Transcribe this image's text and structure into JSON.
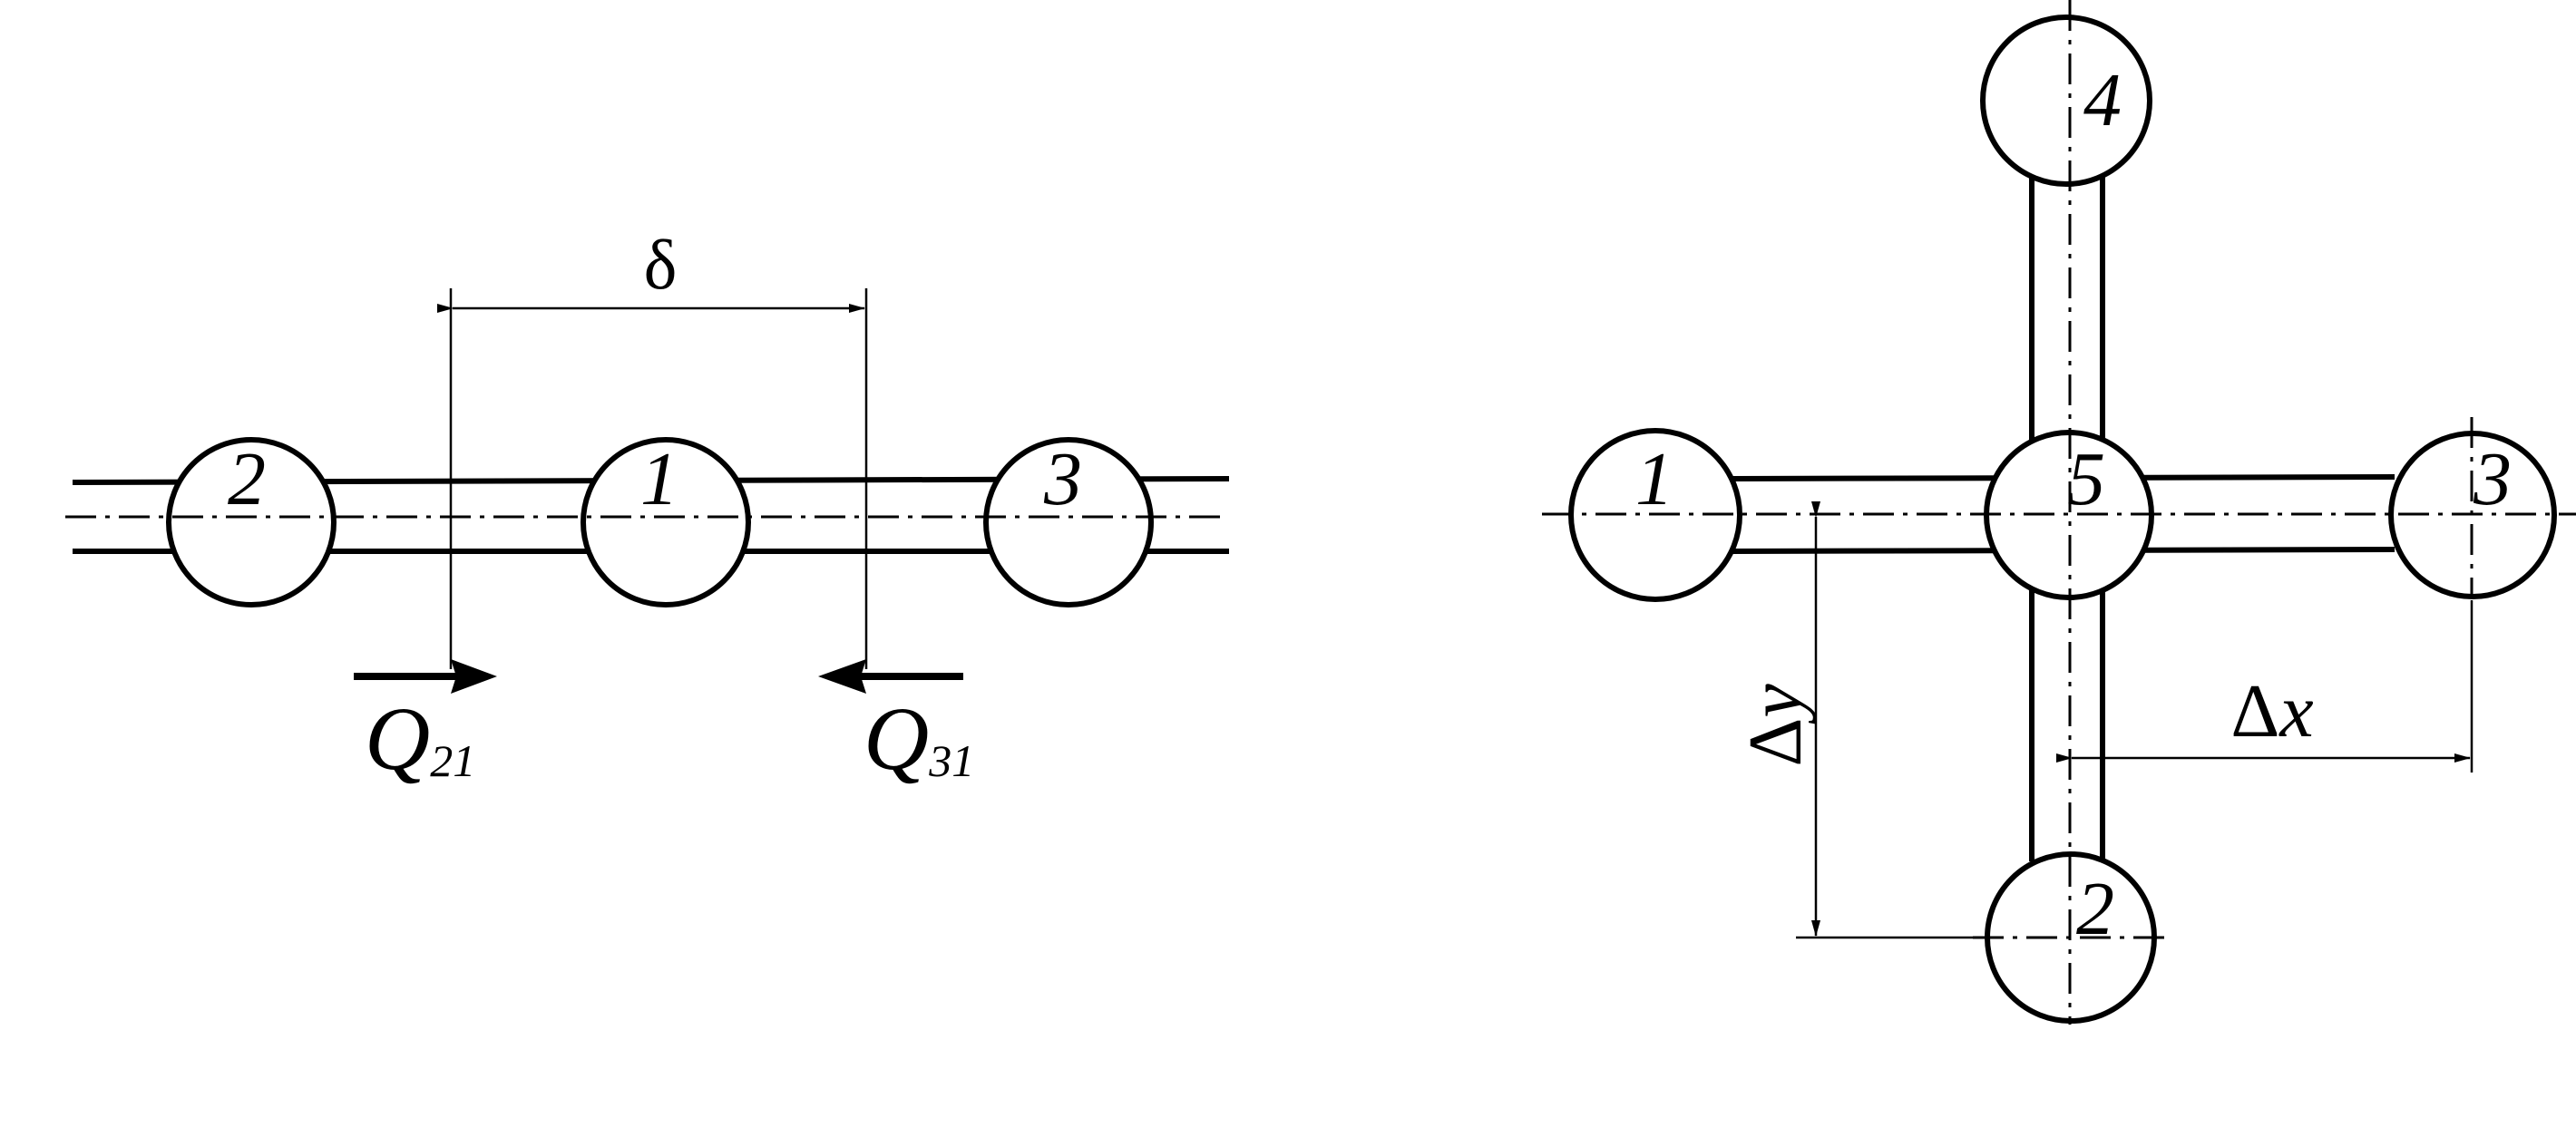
{
  "left_figure": {
    "nodes": [
      "2",
      "1",
      "3"
    ],
    "dimension": "δ",
    "flows": [
      {
        "letter": "Q",
        "subscript": "21"
      },
      {
        "letter": "Q",
        "subscript": "31"
      }
    ]
  },
  "right_figure": {
    "nodes": [
      "1",
      "5",
      "3",
      "4",
      "2"
    ],
    "dimension_x": {
      "delta": "Δ",
      "var": "x"
    },
    "dimension_y": {
      "delta": "Δ",
      "var": "y"
    }
  },
  "colors": {
    "ink": "#000000",
    "background": "#ffffff"
  }
}
